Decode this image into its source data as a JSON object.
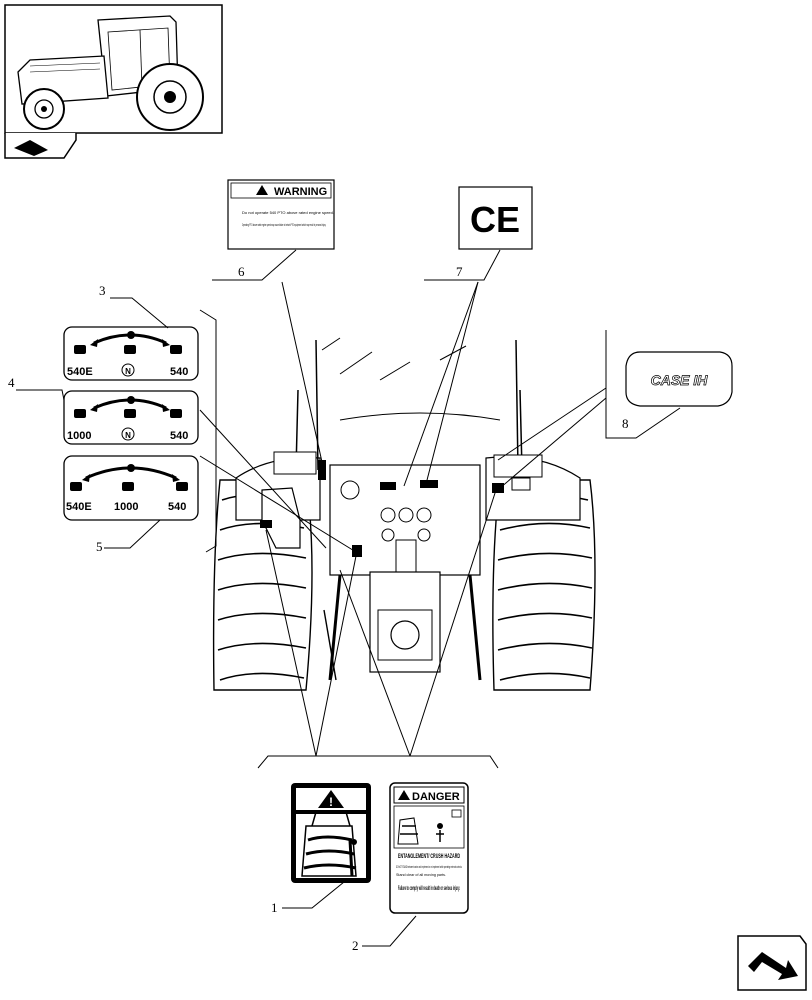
{
  "callouts": {
    "c1": "1",
    "c2": "2",
    "c3": "3",
    "c4": "4",
    "c5": "5",
    "c6": "6",
    "c7": "7",
    "c8": "8"
  },
  "warning_decal": {
    "title": "WARNING",
    "line1": "Do not operate 540 PTO above rated engine speed.",
    "line2": "Operating PTO above rated engine speed may cause failure of certain PTO equipment which may result in personal injury."
  },
  "ce_decal": {
    "mark": "CE"
  },
  "case_decal": {
    "logo": "CASE IH"
  },
  "pto_decals": {
    "d3": {
      "left": "540E",
      "center": "N",
      "right": "540"
    },
    "d4": {
      "left": "1000",
      "center": "N",
      "right": "540"
    },
    "d5": {
      "left": "540E",
      "center": "1000",
      "right": "540"
    }
  },
  "danger_decal": {
    "title": "DANGER",
    "hazard": "ENTANGLEMENT/ CRUSH HAZARD",
    "bullet1": "DO NOT STAND between tractor and implement or on implement while operating external controls.",
    "bullet2": "Stand clear of all moving parts.",
    "footer": "Failure to comply will result in death or serious injury."
  },
  "icons": {
    "thumbnail": "tractor-thumbnail",
    "book": "book-icon",
    "next": "next-page-arrow-icon"
  }
}
